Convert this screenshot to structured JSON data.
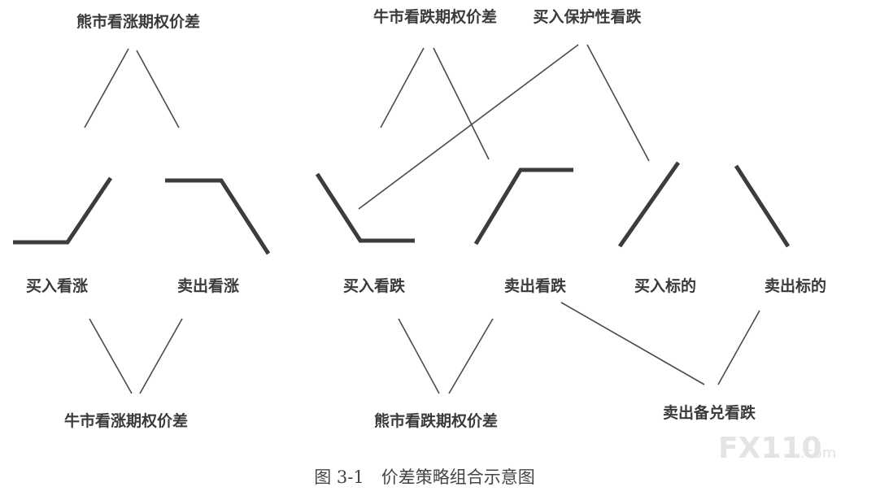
{
  "labels": {
    "bear_call_spread": "熊市看涨期权价差",
    "bull_put_spread": "牛市看跌期权价差",
    "protective_put": "买入保护性看跌",
    "long_call": "买入看涨",
    "short_call": "卖出看涨",
    "long_put": "买入看跌",
    "short_put": "卖出看跌",
    "long_underlying": "买入标的",
    "short_underlying": "卖出标的",
    "bull_call_spread": "牛市看涨期权价差",
    "bear_put_spread": "熊市看跌期权价差",
    "covered_put": "卖出备兑看跌"
  },
  "caption": "图 3-1　价差策略组合示意图",
  "watermark": {
    "brand": "FX110",
    "suffix": ".com"
  }
}
